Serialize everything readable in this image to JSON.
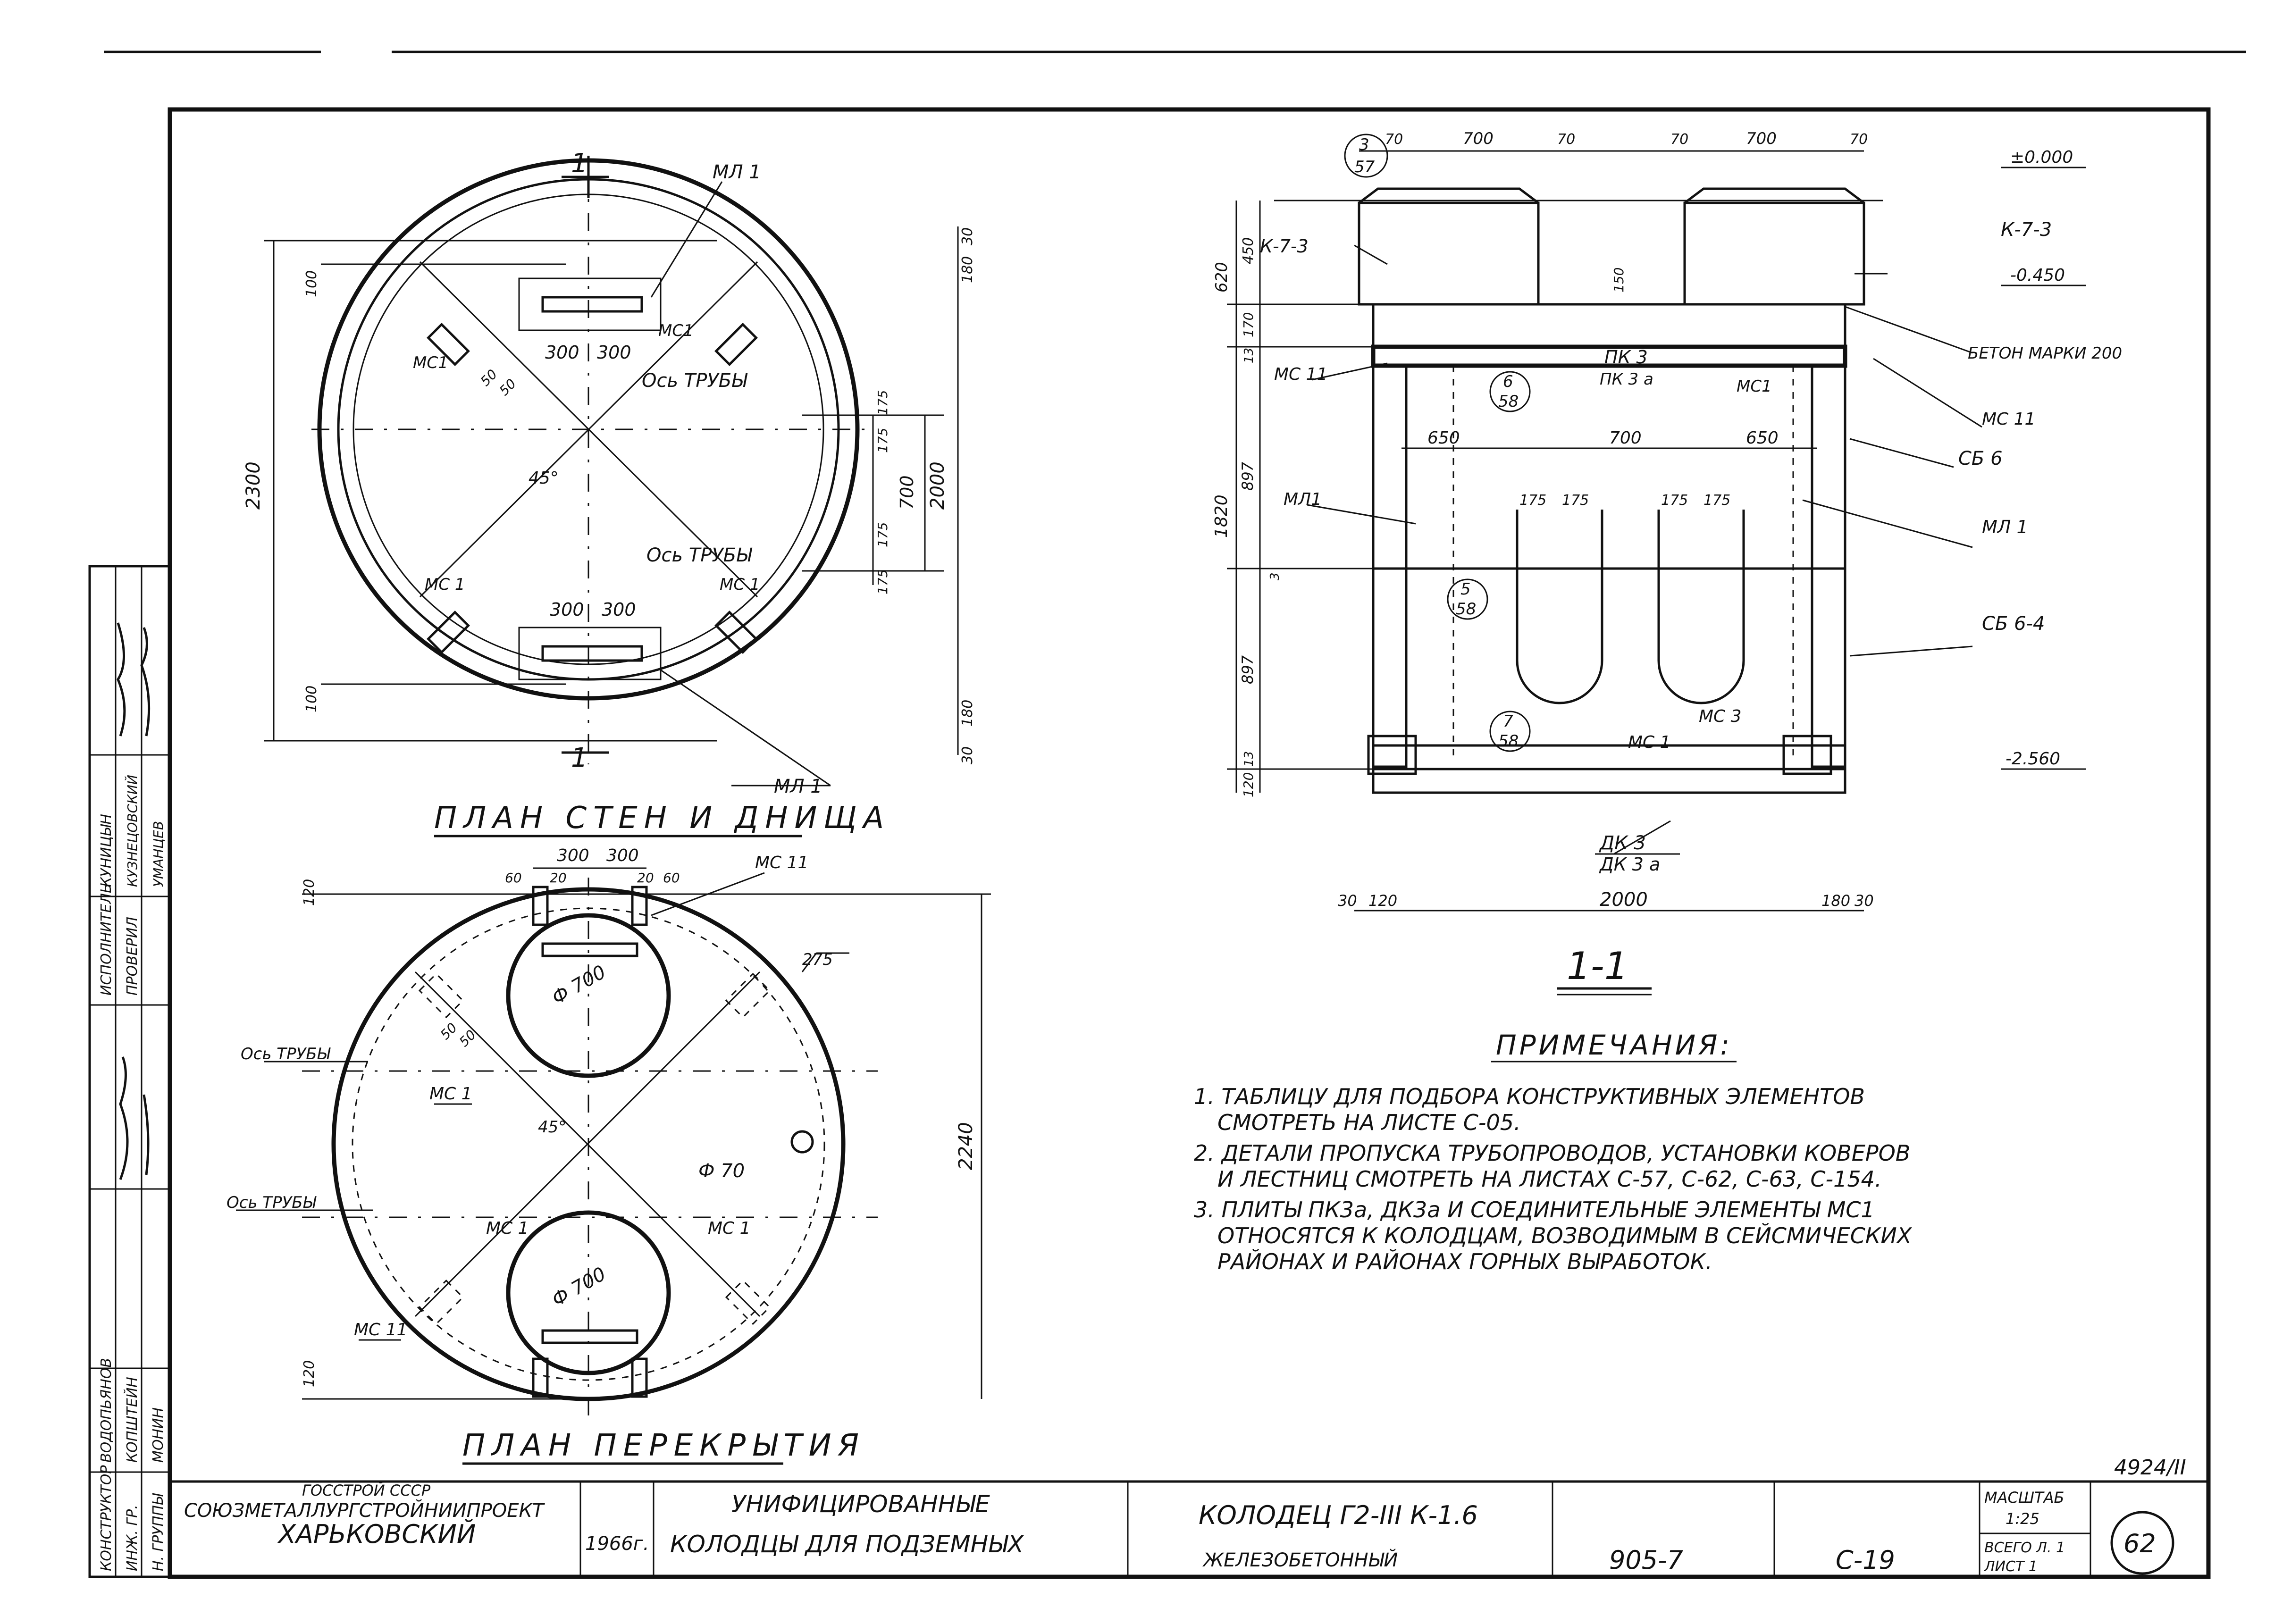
{
  "plan_walls": {
    "title": "ПЛАН СТЕН И ДНИЩА",
    "section_mark": "1",
    "labels": {
      "ml1_top": "МЛ 1",
      "ml1_bottom": "МЛ 1",
      "ms1_a": "МС1",
      "ms1_b": "МС1",
      "ms1_c": "МС 1",
      "ms1_d": "МС 1",
      "axis1": "Ось ТРУБЫ",
      "axis2": "Ось ТРУБЫ",
      "angle": "45°"
    },
    "dims": {
      "d2300": "2300",
      "d2000": "2000",
      "d700": "700",
      "d100a": "100",
      "d100b": "100",
      "d30a": "30",
      "d30b": "30",
      "d180a": "180",
      "d180b": "180",
      "d175a": "175",
      "d175b": "175",
      "d175c": "175",
      "d175d": "175",
      "d300a": "300",
      "d300b": "300",
      "d300c": "300",
      "d300d": "300",
      "d50": "50",
      "d50b": "50"
    }
  },
  "plan_cover": {
    "title": "ПЛАН ПЕРЕКРЫТИЯ",
    "labels": {
      "ms11_top": "МС 11",
      "ms11_bottom": "МС 11",
      "ms1_a": "МС 1",
      "ms1_b": "МС 1",
      "ms1_c": "МС 1",
      "axis1": "Ось ТРУБЫ",
      "axis2": "Ось ТРУБЫ",
      "angle": "45°",
      "phi700a": "Ф 700",
      "phi700b": "Ф 700",
      "phi70": "Ф 70"
    },
    "dims": {
      "d300a": "300",
      "d300b": "300",
      "d60a": "60",
      "d20a": "20",
      "d20b": "20",
      "d60b": "60",
      "d120a": "120",
      "d120b": "120",
      "d275": "275",
      "d2240": "2240",
      "d50": "50",
      "d50b": "50"
    }
  },
  "section": {
    "title": "1-1",
    "callouts": {
      "c357_top": "3",
      "c357_bot": "57",
      "c658_top": "6",
      "c658_bot": "58",
      "c558_top": "5",
      "c558_bot": "58",
      "c758_top": "7",
      "c758_bot": "58"
    },
    "labels": {
      "k73_left": "К-7-3",
      "k73_right": "К-7-3",
      "beton": "БЕТОН МАРКИ 200",
      "ms11_left": "МС 11",
      "ms11_right": "МС 11",
      "ms1_top": "МС1",
      "pk3": "ПК 3",
      "pk3a": "ПК 3 а",
      "ml1_left": "МЛ1",
      "ml1_right": "МЛ 1",
      "sb6": "СБ 6",
      "sb64": "СБ 6-4",
      "ms1_bottom": "МС 1",
      "ms3": "МС 3",
      "dk3": "ДК 3",
      "dk3a": "ДК 3 а"
    },
    "levels": {
      "l0": "±0.000",
      "l1": "-0.450",
      "l2": "-2.560"
    },
    "dims": {
      "d70a": "70",
      "d700a": "700",
      "d70b": "70",
      "d70c": "70",
      "d700b": "700",
      "d70d": "70",
      "d620": "620",
      "d450": "450",
      "d170": "170",
      "d13a": "13",
      "d1820": "1820",
      "d897a": "897",
      "d897b": "897",
      "d3": "3",
      "d13b": "13",
      "d120": "120",
      "d650a": "650",
      "d700c": "700",
      "d650b": "650",
      "d175a": "175",
      "d175b": "175",
      "d175c": "175",
      "d175d": "175",
      "d150": "150",
      "d30a": "30",
      "d120b": "120",
      "d2000": "2000",
      "d180": "180",
      "d30b": "30"
    }
  },
  "notes": {
    "title": "ПРИМЕЧАНИЯ:",
    "lines": [
      "1. ТАБЛИЦУ ДЛЯ ПОДБОРА КОНСТРУКТИВНЫХ ЭЛЕМЕНТОВ",
      "СМОТРЕТЬ НА ЛИСТЕ С-05.",
      "2. ДЕТАЛИ ПРОПУСКА ТРУБОПРОВОДОВ, УСТАНОВКИ КОВЕРОВ",
      "И ЛЕСТНИЦ СМОТРЕТЬ НА ЛИСТАХ С-57, С-62, С-63, С-154.",
      "3. ПЛИТЫ ПК3а, ДК3а И СОЕДИНИТЕЛЬНЫЕ ЭЛЕМЕНТЫ МС1",
      "ОТНОСЯТСЯ К КОЛОДЦАМ, ВОЗВОДИМЫМ В СЕЙСМИЧЕСКИХ",
      "РАЙОНАХ И РАЙОНАХ ГОРНЫХ ВЫРАБОТОК."
    ]
  },
  "side_stamp": {
    "rows": [
      "ИСПОЛНИТЕЛЬ",
      "КУНИЦЫН",
      "ПРОВЕРИЛ",
      "КУЗНЕЦОВСКИЙ",
      "УМАНЦЕВ",
      "КОНСТРУКТОР",
      "ВОДОПЬЯНОВ",
      "ИНЖ. ГР.",
      "КОПШТЕЙН",
      "Н. ГРУППЫ",
      "МОНИН"
    ]
  },
  "title_block": {
    "org1": "ГОССТРОЙ СССР",
    "org2": "СОЮЗМЕТАЛЛУРГСТРОЙНИИПРОЕКТ",
    "org3": "ХАРЬКОВСКИЙ",
    "year": "1966г.",
    "work1": "УНИФИЦИРОВАННЫЕ",
    "work2": "КОЛОДЦЫ ДЛЯ ПОДЗЕМНЫХ",
    "sheet1": "КОЛОДЕЦ Г2-III К-1.6",
    "sheet2": "ЖЕЛЕЗОБЕТОННЫЙ",
    "series": "905-7",
    "code": "С-19",
    "scale_label": "МАСШТАБ",
    "scale": "1:25",
    "sheets_total": "ВСЕГО Л. 1",
    "sheet_no": "ЛИСТ 1",
    "page": "62",
    "archive": "4924/II"
  }
}
